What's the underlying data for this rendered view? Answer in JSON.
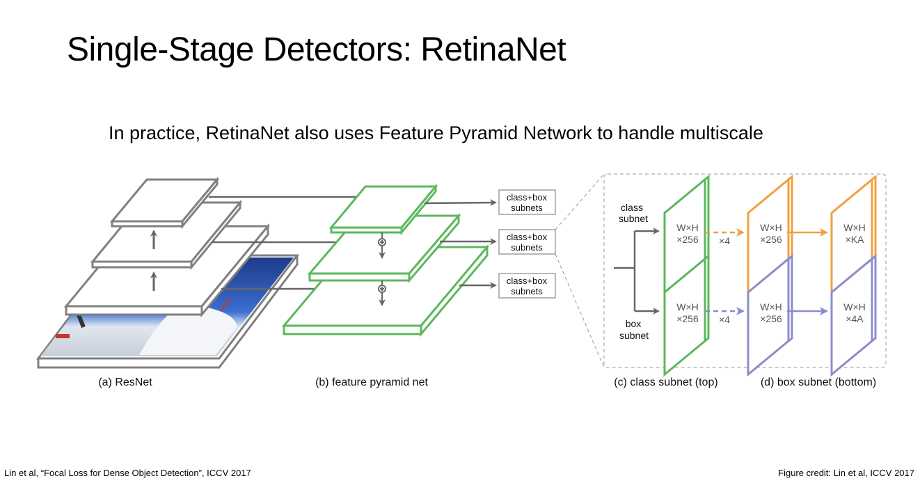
{
  "slide": {
    "title": "Single-Stage Detectors: RetinaNet",
    "subtitle": "In practice, RetinaNet also uses Feature Pyramid Network to handle multiscale",
    "footer_left": "Lin et al, “Focal Loss for Dense Object Detection”, ICCV 2017",
    "footer_right": "Figure credit: Lin et al, ICCV 2017"
  },
  "figure": {
    "captions": {
      "a": "(a) ResNet",
      "b": "(b) feature pyramid net",
      "c": "(c) class subnet (top)",
      "d": "(d) box subnet (bottom)"
    },
    "subnet_boxes": [
      {
        "line1": "class+box",
        "line2": "subnets"
      },
      {
        "line1": "class+box",
        "line2": "subnets"
      },
      {
        "line1": "class+box",
        "line2": "subnets"
      }
    ],
    "branch_labels": {
      "class_l1": "class",
      "class_l2": "subnet",
      "box_l1": "box",
      "box_l2": "subnet"
    },
    "class_row": [
      {
        "l1": "W×H",
        "l2": "×256"
      },
      {
        "l1": "W×H",
        "l2": "×256"
      },
      {
        "l1": "W×H",
        "l2": "×KA"
      }
    ],
    "box_row": [
      {
        "l1": "W×H",
        "l2": "×256"
      },
      {
        "l1": "W×H",
        "l2": "×256"
      },
      {
        "l1": "W×H",
        "l2": "×4A"
      }
    ],
    "repeat_label": "×4",
    "colors": {
      "resnet": "#808080",
      "fpn": "#5cb85c",
      "class": "#f0a040",
      "box": "#8c8ccc",
      "arrow": "#666666"
    }
  }
}
